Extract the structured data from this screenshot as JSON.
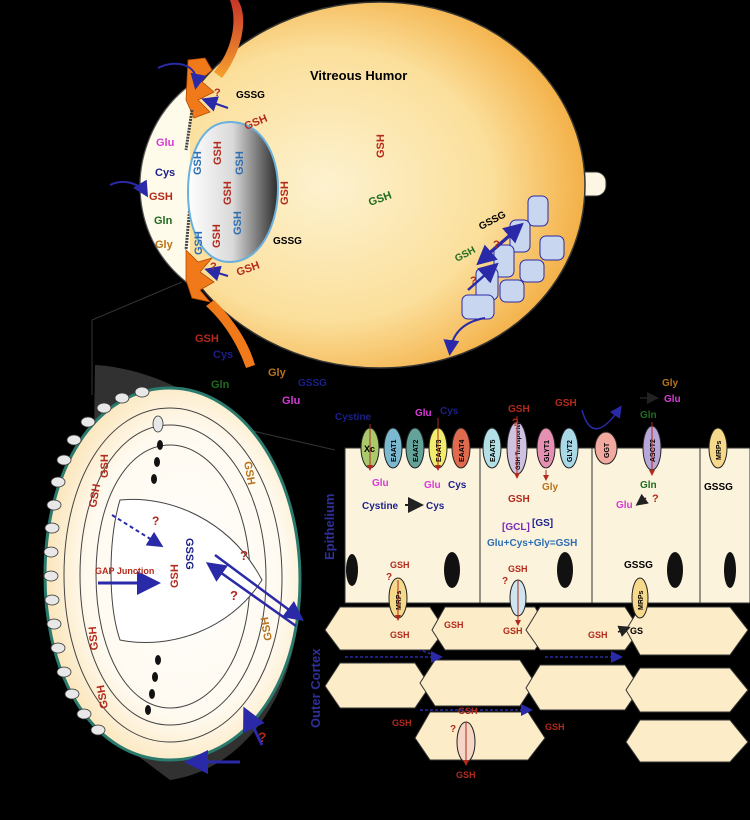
{
  "colors": {
    "background": "#000000",
    "eye_fill": "#fce3a6",
    "eye_glow": "#f2a737",
    "gsh": "#b32a1c",
    "gssg": "#000000",
    "glu": "#d63bd6",
    "cys": "#1b1f8a",
    "gln": "#1e6b1e",
    "gly": "#b8731c",
    "lens_label_blue": "#2d6fb3",
    "arrow": "#2a2aa8",
    "lens_rim": "#2a7a6e",
    "section_label": "#2f2f9a"
  },
  "eye": {
    "vitreous": "Vitreous Humor",
    "front": {
      "glu": "Glu",
      "cys": "Cys",
      "gsh": "GSH",
      "gln": "Gln",
      "gly": "Gly"
    },
    "lens": {
      "gsh": "GSH"
    },
    "ciliary": {
      "gssg": "GSSG",
      "gsh": "GSH",
      "q": "?"
    },
    "retina": {
      "gssg": "GSSG",
      "gsh": "GSH",
      "q": "?"
    },
    "blood": {
      "gsh": "GSH",
      "cys": "Cys",
      "gln": "Gln",
      "gly": "Gly",
      "glu": "Glu",
      "gssg": "GSSG"
    }
  },
  "lens_section": {
    "gap_junction": "GAP Junction",
    "gsh": "GSH",
    "gssg": "GSSG",
    "q": "?"
  },
  "labels": {
    "epithelium": "Epithelium",
    "outer_cortex": "Outer Cortex"
  },
  "transport": {
    "top": {
      "cystine": "Cystine",
      "glu": "Glu",
      "cys": "Cys",
      "gsh": "GSH",
      "q": "?",
      "gly": "Gly",
      "gln": "Gln"
    },
    "transporters": {
      "xc": "Xc",
      "eaat1": "EAAT1",
      "eaat2": "EAAT2",
      "eaat3": "EAAT3",
      "eaat4": "EAAT4",
      "eaat5": "EAAT5",
      "gsh_transporter": "GSH Transporter",
      "glyt1": "GLYT1",
      "glyt2": "GLYT2",
      "ggt": "GGT",
      "asct2": "ASCT2",
      "mrps": "MRPs"
    },
    "below": {
      "glu": "Glu",
      "cys": "Cys",
      "gsh": "GSH",
      "gly": "Gly",
      "gln": "Gln",
      "gssg": "GSSG",
      "q": "?"
    },
    "cystine_to_cys": {
      "cystine": "Cystine",
      "cys": "Cys"
    },
    "synthesis": {
      "gcl": "[GCL]",
      "gs": "[GS]",
      "eq": "Glu+Cys+Gly=GSH"
    },
    "lower": {
      "gsh": "GSH",
      "gssg": "GSSG",
      "q": "?",
      "mrps": "MRPs",
      "gs": "GS"
    },
    "cortex": {
      "gsh": "GSH",
      "q": "?"
    }
  }
}
